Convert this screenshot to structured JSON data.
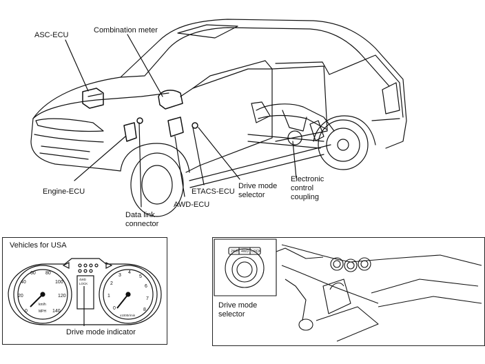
{
  "labels": {
    "asc_ecu": "ASC-ECU",
    "combination_meter": "Combination meter",
    "engine_ecu": "Engine-ECU",
    "data_link_connector": [
      "Data link",
      "connector"
    ],
    "awd_ecu": "AWD-ECU",
    "etacs_ecu": "ETACS-ECU",
    "drive_mode_selector": [
      "Drive mode",
      "selector"
    ],
    "electronic_control_coupling": [
      "Electronic",
      "control",
      "coupling"
    ]
  },
  "meter_panel": {
    "title": "Vehicles for USA",
    "indicator_label": "Drive mode indicator",
    "speedo_ticks": [
      "0",
      "20",
      "40",
      "60",
      "80",
      "100",
      "120",
      "140"
    ],
    "speedo_units": [
      "km/h",
      "MPH"
    ],
    "tach_ticks": [
      "0",
      "1",
      "2",
      "3",
      "4",
      "5",
      "6",
      "7",
      "8"
    ],
    "tach_units": "x1000r/min",
    "indicator_text": [
      "4WD",
      "LOCK"
    ]
  },
  "selector_panel": {
    "caption": [
      "Drive mode",
      "selector"
    ],
    "knob_labels": [
      "2WD",
      "4WD",
      "LOCK"
    ]
  }
}
